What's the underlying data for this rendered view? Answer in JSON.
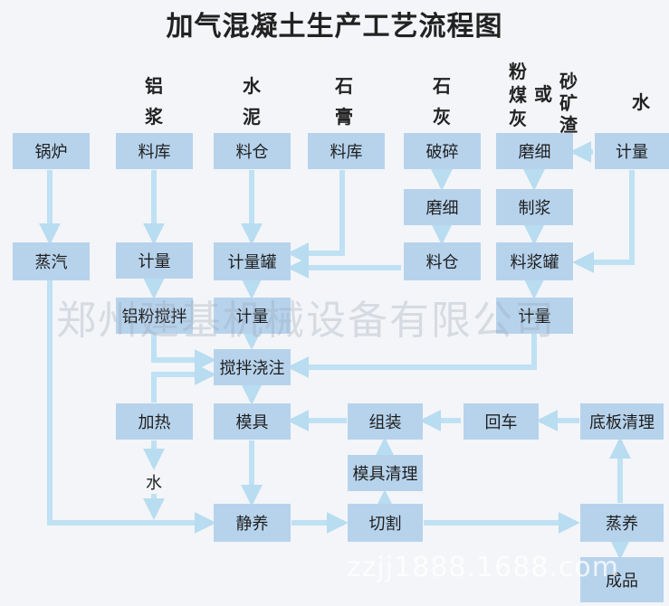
{
  "title": "加气混凝土生产工艺流程图",
  "materials": {
    "aluminum": [
      "铝",
      "浆"
    ],
    "cement": [
      "水",
      "泥"
    ],
    "gypsum": [
      "石",
      "膏"
    ],
    "lime": [
      "石",
      "灰"
    ],
    "flyash": [
      "粉",
      "煤",
      "灰"
    ],
    "or": "或",
    "sand": [
      "砂",
      "矿",
      "渣"
    ],
    "water": "水"
  },
  "nodes": {
    "boiler": "锅炉",
    "steam": "蒸汽",
    "al_store": "料库",
    "al_meter": "计量",
    "al_mix": "铝粉搅拌",
    "heat": "加热",
    "water2": "水",
    "cement_silo": "料仓",
    "meter_tank": "计量罐",
    "meter2": "计量",
    "mix_pour": "搅拌浇注",
    "mold": "模具",
    "rest": "静养",
    "gypsum_store": "料库",
    "crush": "破碎",
    "lime_grind": "磨细",
    "lime_silo": "料仓",
    "assemble": "组装",
    "mold_clean": "模具清理",
    "cut": "切割",
    "fa_grind": "磨细",
    "slurry": "制浆",
    "slurry_tank": "料浆罐",
    "fa_meter": "计量",
    "return_cart": "回车",
    "water_meter": "计量",
    "base_clean": "底板清理",
    "autoclave": "蒸养",
    "product": "成品"
  },
  "watermark": {
    "company": "郑州建基机械设备有限公司",
    "site": "zzjj1888.1688.com"
  }
}
